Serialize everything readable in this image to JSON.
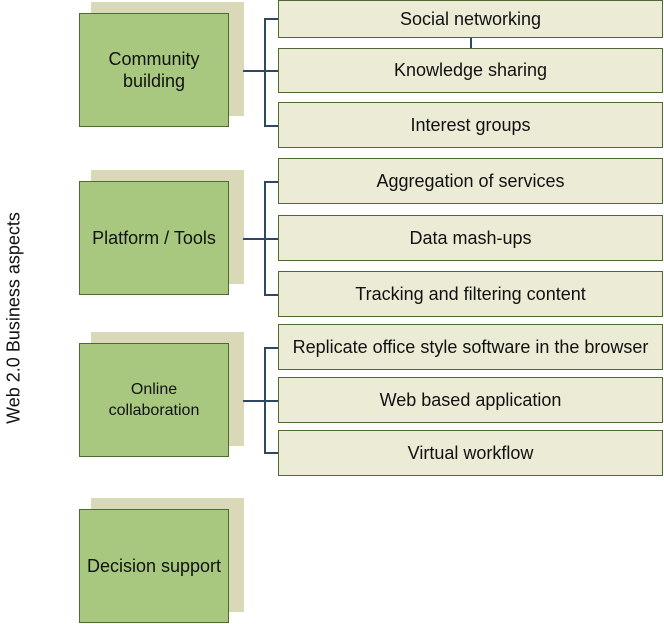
{
  "axis_label": "Web 2.0 Business aspects",
  "categories": [
    {
      "label": "Community building",
      "items": [
        "Social networking",
        "Knowledge sharing",
        "Interest groups"
      ]
    },
    {
      "label": "Platform / Tools",
      "items": [
        "Aggregation of services",
        "Data mash-ups",
        "Tracking and filtering content"
      ]
    },
    {
      "label": "Online collaboration",
      "items": [
        "Replicate office style software in the browser",
        "Web based application",
        "Virtual workflow"
      ]
    },
    {
      "label": "Decision support",
      "items": []
    }
  ],
  "colors": {
    "category_fill": "#a8c880",
    "category_border": "#4e6a33",
    "item_fill": "#ecebd6",
    "shadow": "#d9d9b8",
    "connector": "#2f4760"
  }
}
